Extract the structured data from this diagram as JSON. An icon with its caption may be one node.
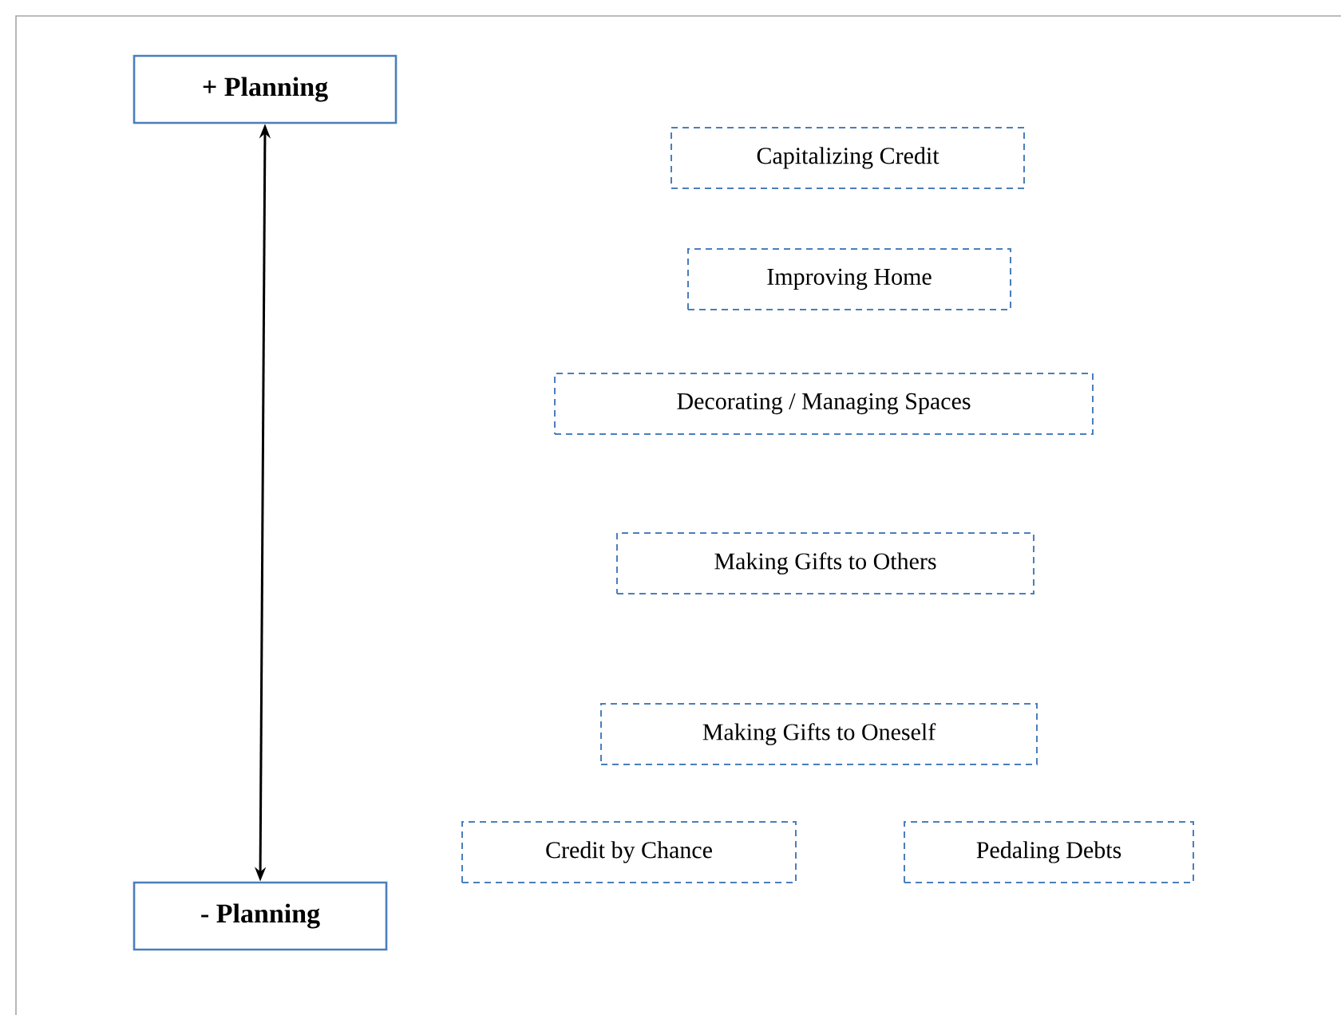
{
  "diagram": {
    "nodes": [
      {
        "text": [
          "+ Planning"
        ]
      },
      {
        "text": [
          "- Planning"
        ]
      },
      {
        "text": [
          "Capitalizing Credit"
        ]
      },
      {
        "text": [
          "Improving Home"
        ]
      },
      {
        "text": [
          "Decorating / Managing Spaces"
        ]
      },
      {
        "text": [
          "Making Gifts to Others"
        ]
      },
      {
        "text": [
          "Making Gifts to Oneself"
        ]
      },
      {
        "text": [
          "Credit by Chance"
        ]
      },
      {
        "text": [
          "Pedaling Debts"
        ]
      }
    ],
    "edges": [
      {
        "from": 0,
        "to": 1,
        "arrow": "both"
      }
    ]
  }
}
